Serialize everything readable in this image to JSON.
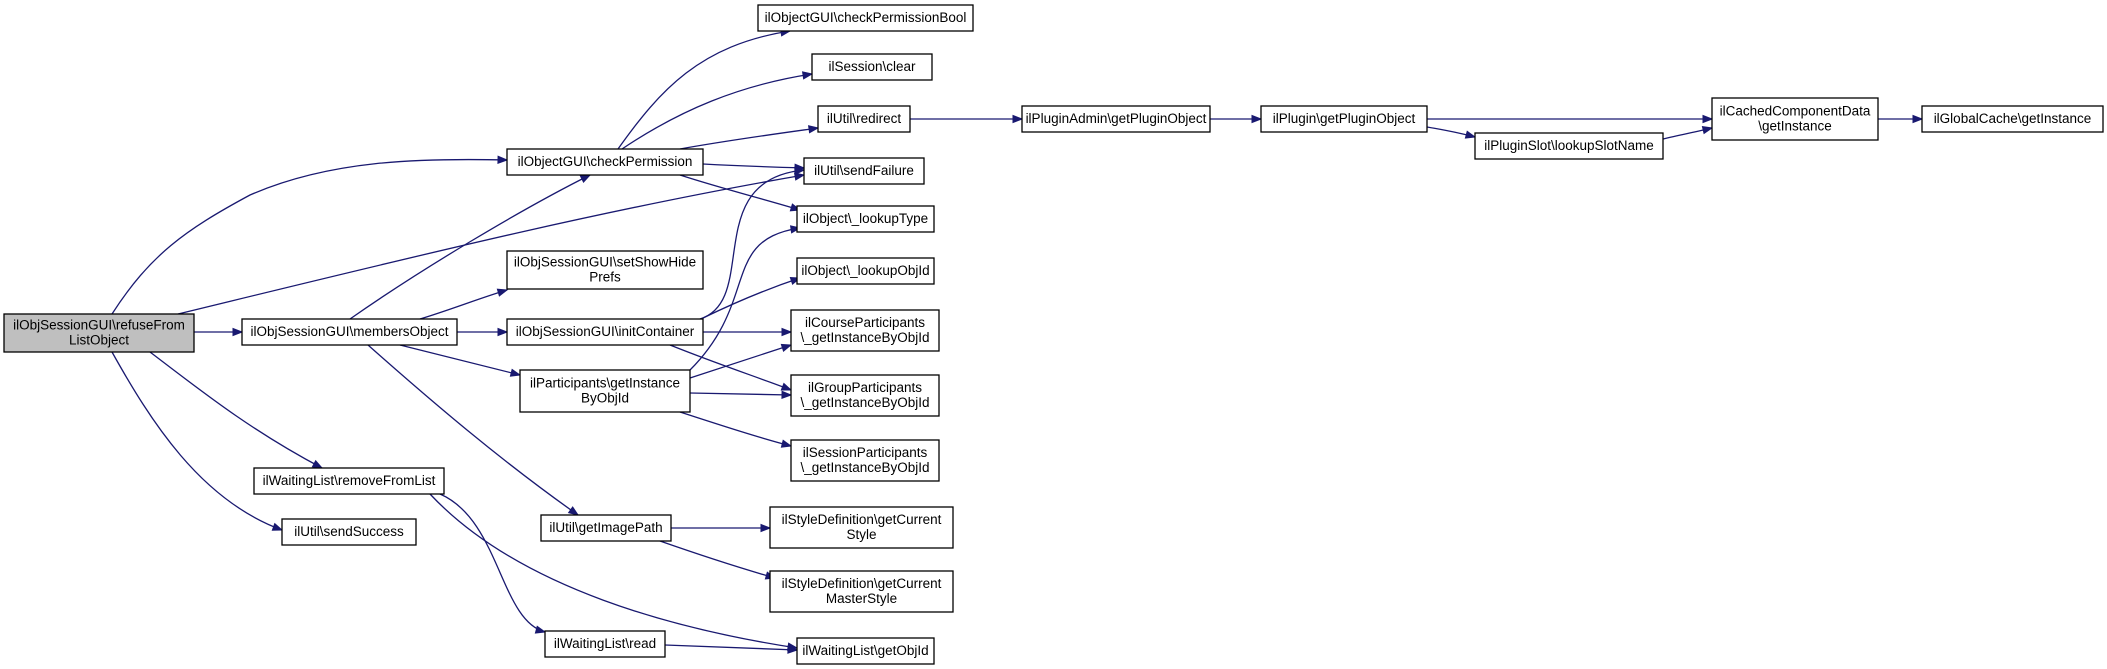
{
  "diagram": {
    "nodes": [
      {
        "id": "refuse",
        "lines": [
          "ilObjSessionGUI\\refuseFrom",
          "ListObject"
        ],
        "root": true
      },
      {
        "id": "checkPermission",
        "lines": [
          "ilObjectGUI\\checkPermission"
        ]
      },
      {
        "id": "membersObject",
        "lines": [
          "ilObjSessionGUI\\membersObject"
        ]
      },
      {
        "id": "removeFromList",
        "lines": [
          "ilWaitingList\\removeFromList"
        ]
      },
      {
        "id": "sendSuccess",
        "lines": [
          "ilUtil\\sendSuccess"
        ]
      },
      {
        "id": "checkPermissionBool",
        "lines": [
          "ilObjectGUI\\checkPermissionBool"
        ]
      },
      {
        "id": "sessionClear",
        "lines": [
          "ilSession\\clear"
        ]
      },
      {
        "id": "redirect",
        "lines": [
          "ilUtil\\redirect"
        ]
      },
      {
        "id": "sendFailure",
        "lines": [
          "ilUtil\\sendFailure"
        ]
      },
      {
        "id": "lookupType",
        "lines": [
          "ilObject\\_lookupType"
        ]
      },
      {
        "id": "setShowHidePrefs",
        "lines": [
          "ilObjSessionGUI\\setShowHide",
          "Prefs"
        ]
      },
      {
        "id": "initContainer",
        "lines": [
          "ilObjSessionGUI\\initContainer"
        ]
      },
      {
        "id": "participantsGetInstance",
        "lines": [
          "ilParticipants\\getInstance",
          "ByObjId"
        ]
      },
      {
        "id": "getImagePath",
        "lines": [
          "ilUtil\\getImagePath"
        ]
      },
      {
        "id": "waitingRead",
        "lines": [
          "ilWaitingList\\read"
        ]
      },
      {
        "id": "lookupObjId",
        "lines": [
          "ilObject\\_lookupObjId"
        ]
      },
      {
        "id": "courseParticipants",
        "lines": [
          "ilCourseParticipants",
          "\\_getInstanceByObjId"
        ]
      },
      {
        "id": "groupParticipants",
        "lines": [
          "ilGroupParticipants",
          "\\_getInstanceByObjId"
        ]
      },
      {
        "id": "sessionParticipants",
        "lines": [
          "ilSessionParticipants",
          "\\_getInstanceByObjId"
        ]
      },
      {
        "id": "styleCurrent",
        "lines": [
          "ilStyleDefinition\\getCurrent",
          "Style"
        ]
      },
      {
        "id": "styleMaster",
        "lines": [
          "ilStyleDefinition\\getCurrent",
          "MasterStyle"
        ]
      },
      {
        "id": "waitingGetObjId",
        "lines": [
          "ilWaitingList\\getObjId"
        ]
      },
      {
        "id": "pluginAdmin",
        "lines": [
          "ilPluginAdmin\\getPluginObject"
        ]
      },
      {
        "id": "pluginGetObject",
        "lines": [
          "ilPlugin\\getPluginObject"
        ]
      },
      {
        "id": "pluginSlot",
        "lines": [
          "ilPluginSlot\\lookupSlotName"
        ]
      },
      {
        "id": "cachedComponent",
        "lines": [
          "ilCachedComponentData",
          "\\getInstance"
        ]
      },
      {
        "id": "globalCache",
        "lines": [
          "ilGlobalCache\\getInstance"
        ]
      }
    ]
  }
}
